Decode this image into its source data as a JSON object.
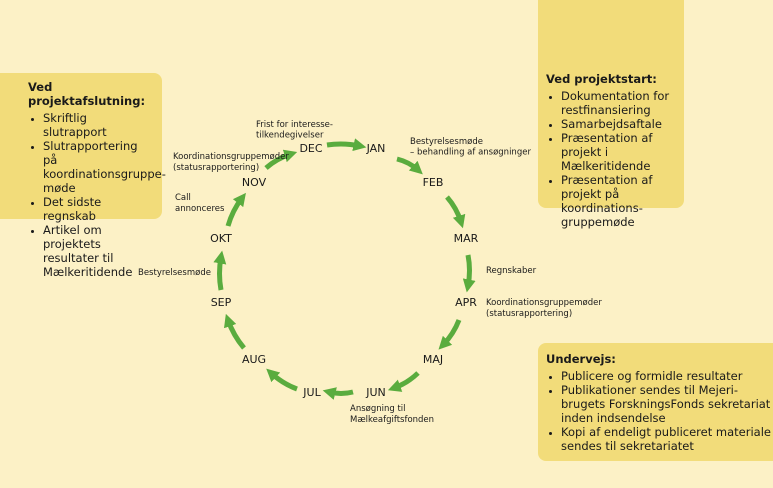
{
  "colors": {
    "background": "#fcf1c6",
    "box": "#f2dc7a",
    "arrow": "#5aac3e"
  },
  "months": [
    "JAN",
    "FEB",
    "MAR",
    "APR",
    "MAJ",
    "JUN",
    "JUL",
    "AUG",
    "SEP",
    "OKT",
    "NOV",
    "DEC"
  ],
  "notes": {
    "jan": [
      "Bestyrelsesmøde",
      "– behandling af ansøgninger"
    ],
    "mar": [
      "Regnskaber"
    ],
    "apr": [
      "Koordinationsgruppemøder",
      "(statusrapportering)"
    ],
    "jun": [
      "Ansøgning til",
      "Mælkeafgiftsfonden"
    ],
    "okt": [
      "Bestyrelsesmøde"
    ],
    "nov": [
      "Call",
      "annonceres"
    ],
    "dec_left": [
      "Koordinationsgruppemøder",
      "(statusrapportering)"
    ],
    "dec_top": [
      "Frist for interesse-",
      "tilkendegivelser"
    ]
  },
  "boxes": {
    "end": {
      "title": "Ved projektafslutning:",
      "items": [
        "Skriftlig slutrapport",
        "Slutrapportering på koordinationsgruppe-møde",
        "Det sidste regnskab",
        "Artikel om projektets resultater til Mælkeritidende"
      ]
    },
    "start": {
      "title": "Ved projektstart:",
      "items": [
        "Dokumentation for restfinansiering",
        "Samarbejdsaftale",
        "Præsentation af projekt i Mælkeritidende",
        "Præsentation af projekt på koordinations-gruppemøde"
      ]
    },
    "mid": {
      "title": "Undervejs:",
      "items": [
        "Publicere og formidle resultater",
        "Publikationer sendes til Mejeri-brugets ForskningsFonds sekretariat inden indsendelse",
        "Kopi af endeligt publiceret materiale sendes til sekretariatet"
      ]
    }
  }
}
